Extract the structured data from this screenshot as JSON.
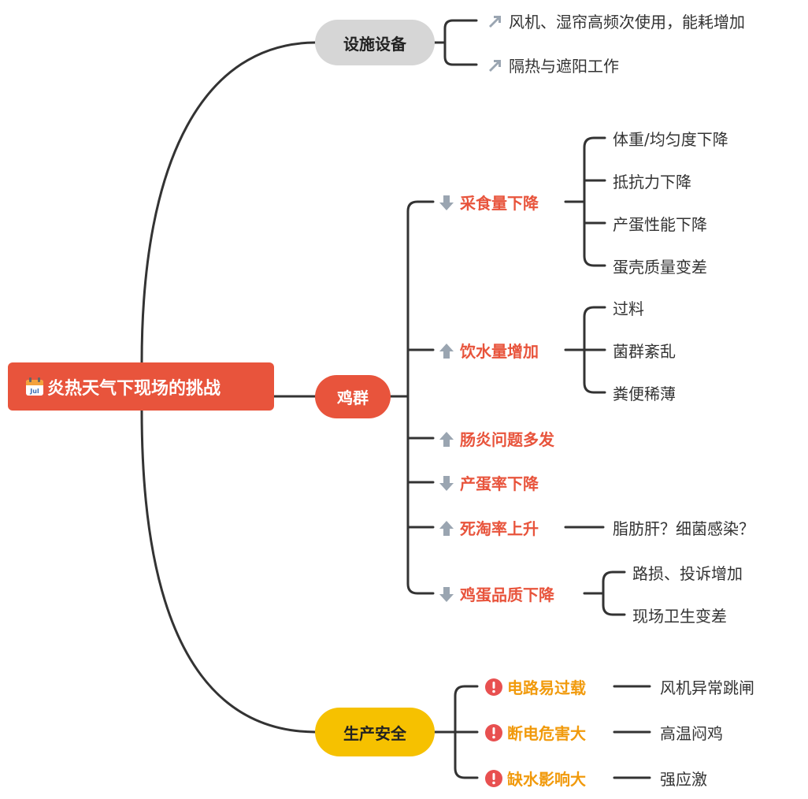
{
  "root": {
    "title": "炎热天气下现场的挑战",
    "icon": "calendar-icon",
    "icon_text": "Jul"
  },
  "colors": {
    "red": "#e8543c",
    "orange": "#f19a0c",
    "gray": "#d6d6d6",
    "yellow": "#f6c100",
    "arrow": "#9aa5b1",
    "line": "#333333"
  },
  "facilities": {
    "label": "设施设备",
    "items": [
      {
        "text": "风机、湿帘高频次使用，能耗增加",
        "icon": "arrow-up-right-icon"
      },
      {
        "text": "隔热与遮阳工作",
        "icon": "arrow-up-right-icon"
      }
    ]
  },
  "flock": {
    "label": "鸡群",
    "items": [
      {
        "text": "采食量下降",
        "icon": "arrow-down-icon",
        "children": [
          "体重/均匀度下降",
          "抵抗力下降",
          "产蛋性能下降",
          "蛋壳质量变差"
        ]
      },
      {
        "text": "饮水量增加",
        "icon": "arrow-up-icon",
        "children": [
          "过料",
          "菌群紊乱",
          "粪便稀薄"
        ]
      },
      {
        "text": "肠炎问题多发",
        "icon": "arrow-up-icon",
        "children": []
      },
      {
        "text": "产蛋率下降",
        "icon": "arrow-down-icon",
        "children": []
      },
      {
        "text": "死淘率上升",
        "icon": "arrow-up-icon",
        "children": [
          "脂肪肝？细菌感染？"
        ]
      },
      {
        "text": "鸡蛋品质下降",
        "icon": "arrow-down-icon",
        "children": [
          "路损、投诉增加",
          "现场卫生变差"
        ]
      }
    ]
  },
  "safety": {
    "label": "生产安全",
    "items": [
      {
        "text": "电路易过载",
        "icon": "exclamation-icon",
        "children": [
          "风机异常跳闸"
        ]
      },
      {
        "text": "断电危害大",
        "icon": "exclamation-icon",
        "children": [
          "高温闷鸡"
        ]
      },
      {
        "text": "缺水影响大",
        "icon": "exclamation-icon",
        "children": [
          "强应激"
        ]
      }
    ]
  }
}
